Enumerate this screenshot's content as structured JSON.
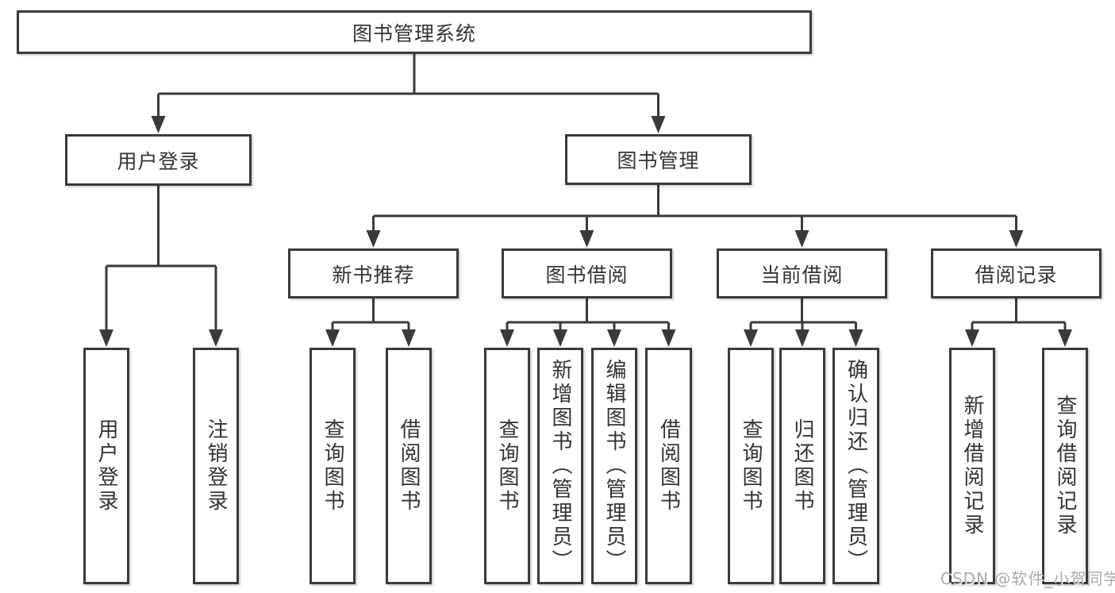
{
  "diagram": {
    "title": "图书管理系统",
    "nodes": [
      {
        "id": "system",
        "parent": null,
        "label": "图书管理系统"
      },
      {
        "id": "user-login",
        "parent": "system",
        "label": "用户登录"
      },
      {
        "id": "book-mgmt",
        "parent": "system",
        "label": "图书管理"
      },
      {
        "id": "new-books",
        "parent": "book-mgmt",
        "label": "新书推荐"
      },
      {
        "id": "book-borrow",
        "parent": "book-mgmt",
        "label": "图书借阅"
      },
      {
        "id": "current-borrow",
        "parent": "book-mgmt",
        "label": "当前借阅"
      },
      {
        "id": "borrow-records",
        "parent": "book-mgmt",
        "label": "借阅记录"
      },
      {
        "id": "login",
        "parent": "user-login",
        "label": "用户登录"
      },
      {
        "id": "logout",
        "parent": "user-login",
        "label": "注销登录"
      },
      {
        "id": "nb-query",
        "parent": "new-books",
        "label": "查询图书"
      },
      {
        "id": "nb-borrow",
        "parent": "new-books",
        "label": "借阅图书"
      },
      {
        "id": "bb-query",
        "parent": "book-borrow",
        "label": "查询图书"
      },
      {
        "id": "bb-add",
        "parent": "book-borrow",
        "label": "新增图书（管理员）"
      },
      {
        "id": "bb-edit",
        "parent": "book-borrow",
        "label": "编辑图书（管理员）"
      },
      {
        "id": "bb-borrow",
        "parent": "book-borrow",
        "label": "借阅图书"
      },
      {
        "id": "cb-query",
        "parent": "current-borrow",
        "label": "查询图书"
      },
      {
        "id": "cb-return",
        "parent": "current-borrow",
        "label": "归还图书"
      },
      {
        "id": "cb-confirm",
        "parent": "current-borrow",
        "label": "确认归还（管理员）"
      },
      {
        "id": "br-add",
        "parent": "borrow-records",
        "label": "新增借阅记录"
      },
      {
        "id": "br-query",
        "parent": "borrow-records",
        "label": "查询借阅记录"
      }
    ]
  },
  "watermark": {
    "text": "CSDN @软件_小贺同学",
    "color": "#ababab"
  },
  "colors": {
    "line": "#3a3a3a",
    "box_border": "#3a3a3a",
    "box_fill": "#ffffff",
    "text": "#333333"
  }
}
